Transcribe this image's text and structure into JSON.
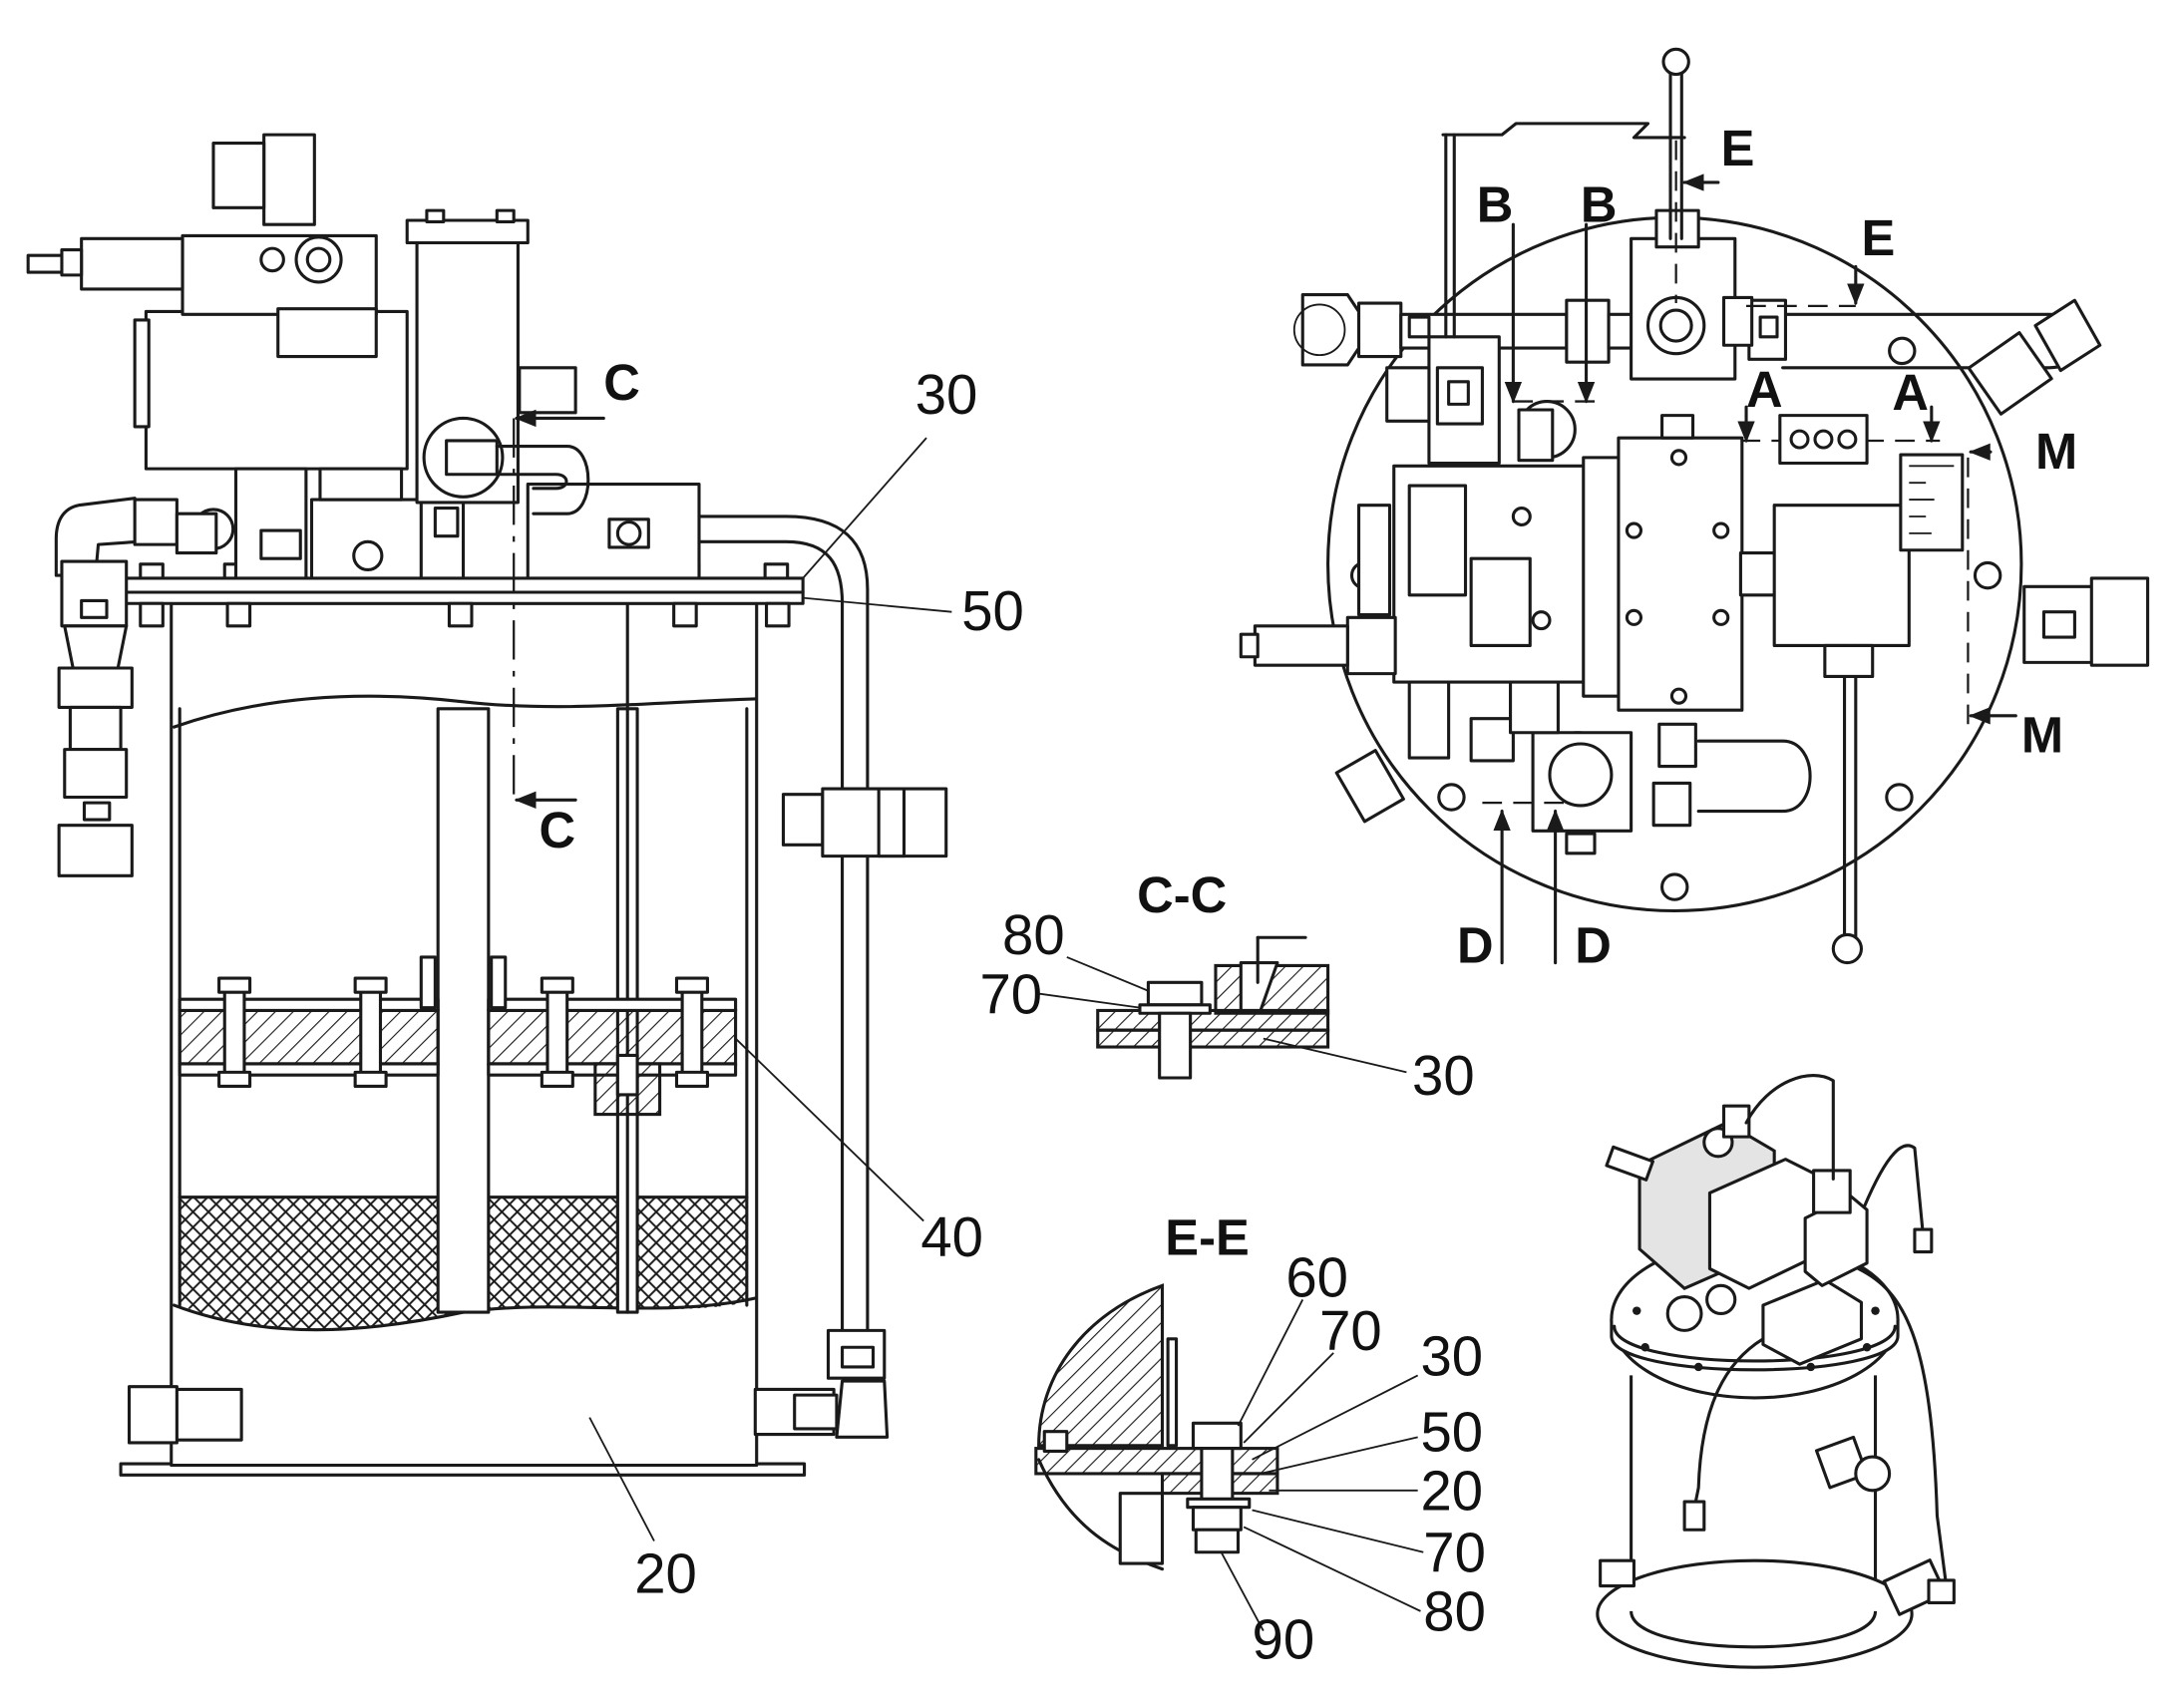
{
  "callouts": {
    "front_30": "30",
    "front_50": "50",
    "front_40": "40",
    "front_20": "20",
    "cc_80": "80",
    "cc_70": "70",
    "cc_30": "30",
    "ee_60": "60",
    "ee_70a": "70",
    "ee_30": "30",
    "ee_50": "50",
    "ee_20": "20",
    "ee_70b": "70",
    "ee_80": "80",
    "ee_90": "90"
  },
  "section_titles": {
    "cc": "C-C",
    "ee": "E-E"
  },
  "section_marks": {
    "c_top": "C",
    "c_bottom": "C",
    "b_left": "B",
    "b_right": "B",
    "e_top": "E",
    "e_right": "E",
    "a_left": "A",
    "a_right": "A",
    "m_top": "M",
    "m_bottom": "M",
    "d_left": "D",
    "d_right": "D"
  }
}
